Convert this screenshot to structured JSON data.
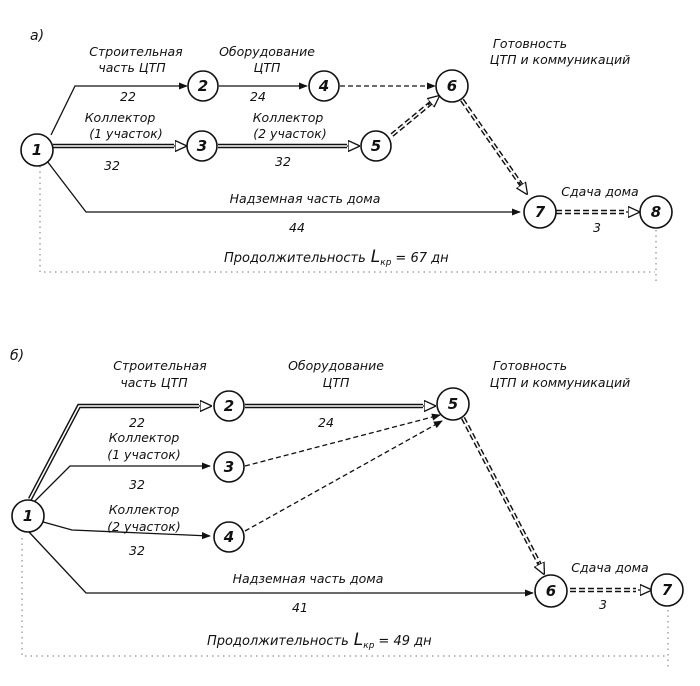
{
  "panel_a": {
    "label": "а)",
    "nodes": [
      "1",
      "2",
      "3",
      "4",
      "5",
      "6",
      "7",
      "8"
    ],
    "edges": {
      "e12": {
        "name1": "Строительная",
        "name2": "часть ЦТП",
        "duration": "22"
      },
      "e24": {
        "name1": "Оборудование",
        "name2": "ЦТП",
        "duration": "24"
      },
      "e13": {
        "name1": "Коллектор",
        "name2": "(1 участок)",
        "duration": "32"
      },
      "e35": {
        "name1": "Коллектор",
        "name2": "(2 участок)",
        "duration": "32"
      },
      "e17": {
        "name1": "Надземная часть дома",
        "duration": "44"
      },
      "e78": {
        "name1": "Сдача дома",
        "duration": "3"
      }
    },
    "readiness1": "Готовность",
    "readiness2": "ЦТП и коммуникаций",
    "duration_prefix": "Продолжительность",
    "duration_symbol": "L",
    "duration_sub": "кр",
    "duration_value": "= 67 дн"
  },
  "panel_b": {
    "label": "б)",
    "nodes": [
      "1",
      "2",
      "3",
      "4",
      "5",
      "6",
      "7"
    ],
    "edges": {
      "e12": {
        "name1": "Строительная",
        "name2": "часть ЦТП",
        "duration": "22"
      },
      "e25": {
        "name1": "Оборудование",
        "name2": "ЦТП",
        "duration": "24"
      },
      "e13": {
        "name1": "Коллектор",
        "name2": "(1 участок)",
        "duration": "32"
      },
      "e14": {
        "name1": "Коллектор",
        "name2": "(2 участок)",
        "duration": "32"
      },
      "e16": {
        "name1": "Надземная часть дома",
        "duration": "41"
      },
      "e67": {
        "name1": "Сдача дома",
        "duration": "3"
      }
    },
    "readiness1": "Готовность",
    "readiness2": "ЦТП и коммуникаций",
    "duration_prefix": "Продолжительность",
    "duration_symbol": "L",
    "duration_sub": "кр",
    "duration_value": "= 49 дн"
  }
}
